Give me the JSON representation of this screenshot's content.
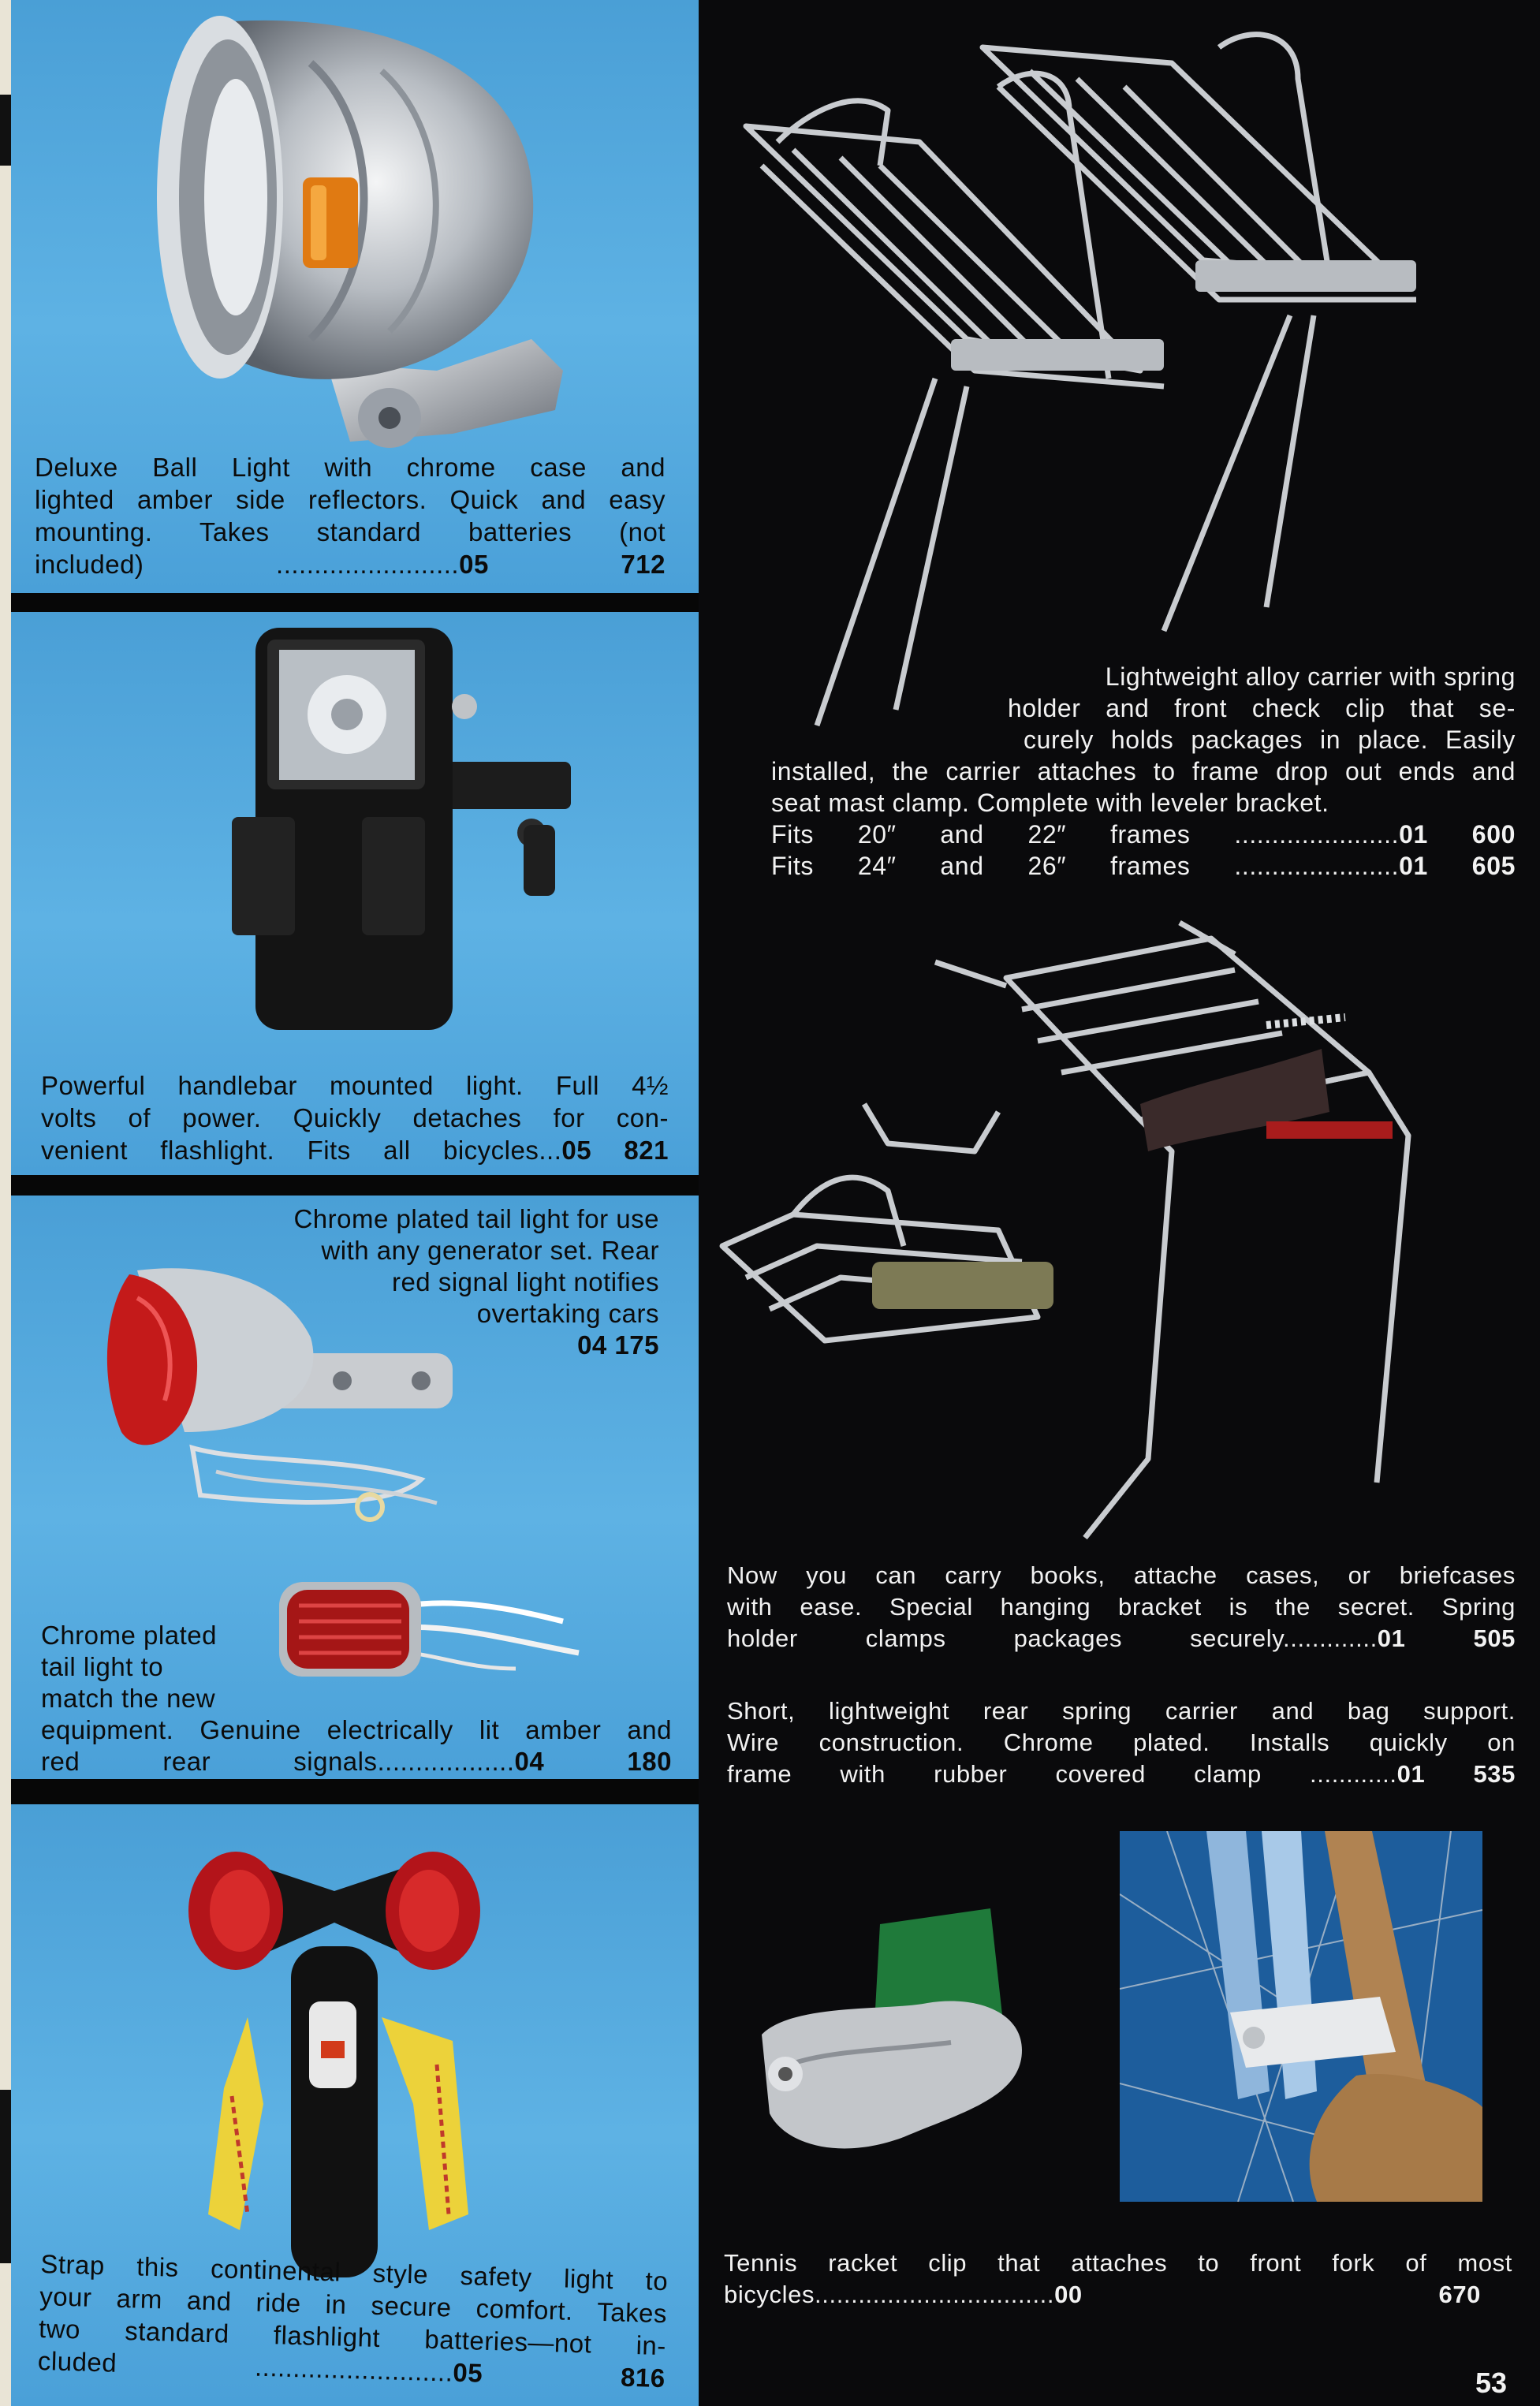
{
  "page": {
    "number": "53"
  },
  "lights": [
    {
      "id": "ball_light",
      "lines": [
        "Deluxe Ball Light with chrome case and",
        "lighted amber side reflectors. Quick and easy",
        "mounting. Takes standard batteries (not"
      ],
      "last_line": "included) ........................",
      "code": "05 712"
    },
    {
      "id": "handlebar_light",
      "lines": [
        "Powerful handlebar mounted light. Full 4½",
        "volts of power. Quickly detaches for con-"
      ],
      "last_line": "venient flashlight. Fits all bicycles...",
      "code": "05 821"
    },
    {
      "id": "tail_light_chrome",
      "lines": [
        "Chrome plated tail light for use",
        "with any generator set. Rear",
        "red signal light notifies",
        "overtaking cars"
      ],
      "code": "04 175"
    },
    {
      "id": "tail_light_match",
      "lines": [
        "Chrome plated",
        "tail light to",
        "match the new",
        "equipment. Genuine electrically lit amber and"
      ],
      "last_line": "red rear signals..................",
      "code": "04 180"
    },
    {
      "id": "strap_light",
      "lines": [
        "Strap this continental style safety light to",
        "your arm and ride in secure comfort. Takes",
        "two standard flashlight batteries—not in-"
      ],
      "last_line": "cluded ..........................",
      "code": "05 816"
    }
  ],
  "carriers": [
    {
      "id": "alloy_carrier",
      "lines": [
        "Lightweight alloy carrier with spring",
        "holder and front check clip that se-",
        "curely holds packages in place. Easily",
        "installed, the carrier attaches to frame drop out ends and",
        "seat mast clamp. Complete with leveler bracket."
      ],
      "fits": [
        {
          "label": "Fits 20″ and 22″ frames ......................",
          "code": "01 600"
        },
        {
          "label": "Fits 24″ and 26″ frames ......................",
          "code": "01 605"
        }
      ]
    },
    {
      "id": "briefcase_carrier",
      "lines": [
        "Now you can carry books, attache cases, or briefcases",
        "with ease. Special hanging bracket is the secret. Spring"
      ],
      "last_line": "holder clamps packages securely.............",
      "code": "01 505"
    },
    {
      "id": "spring_carrier",
      "lines": [
        "Short, lightweight rear spring carrier and bag support.",
        "Wire construction. Chrome plated. Installs quickly on"
      ],
      "last_line": "frame with rubber covered clamp ............",
      "code": "01 535"
    },
    {
      "id": "tennis_clip",
      "lines": [
        "Tennis racket clip that attaches to front fork of most"
      ],
      "last_line": "bicycles.................................",
      "code": "00 670"
    }
  ],
  "colors": {
    "panel_blue": "#5eb2e4",
    "background": "#0a0a0c",
    "chrome": "#c9ccd0",
    "tail_red": "#c41a1a",
    "amber": "#e07a12"
  },
  "icons": [
    "ball-light-icon",
    "handlebar-light-icon",
    "tail-light-icon",
    "tail-light-small-icon",
    "strap-light-icon",
    "alloy-carrier-icon",
    "briefcase-carrier-icon",
    "tennis-clip-icon",
    "tennis-racket-photo-icon"
  ]
}
